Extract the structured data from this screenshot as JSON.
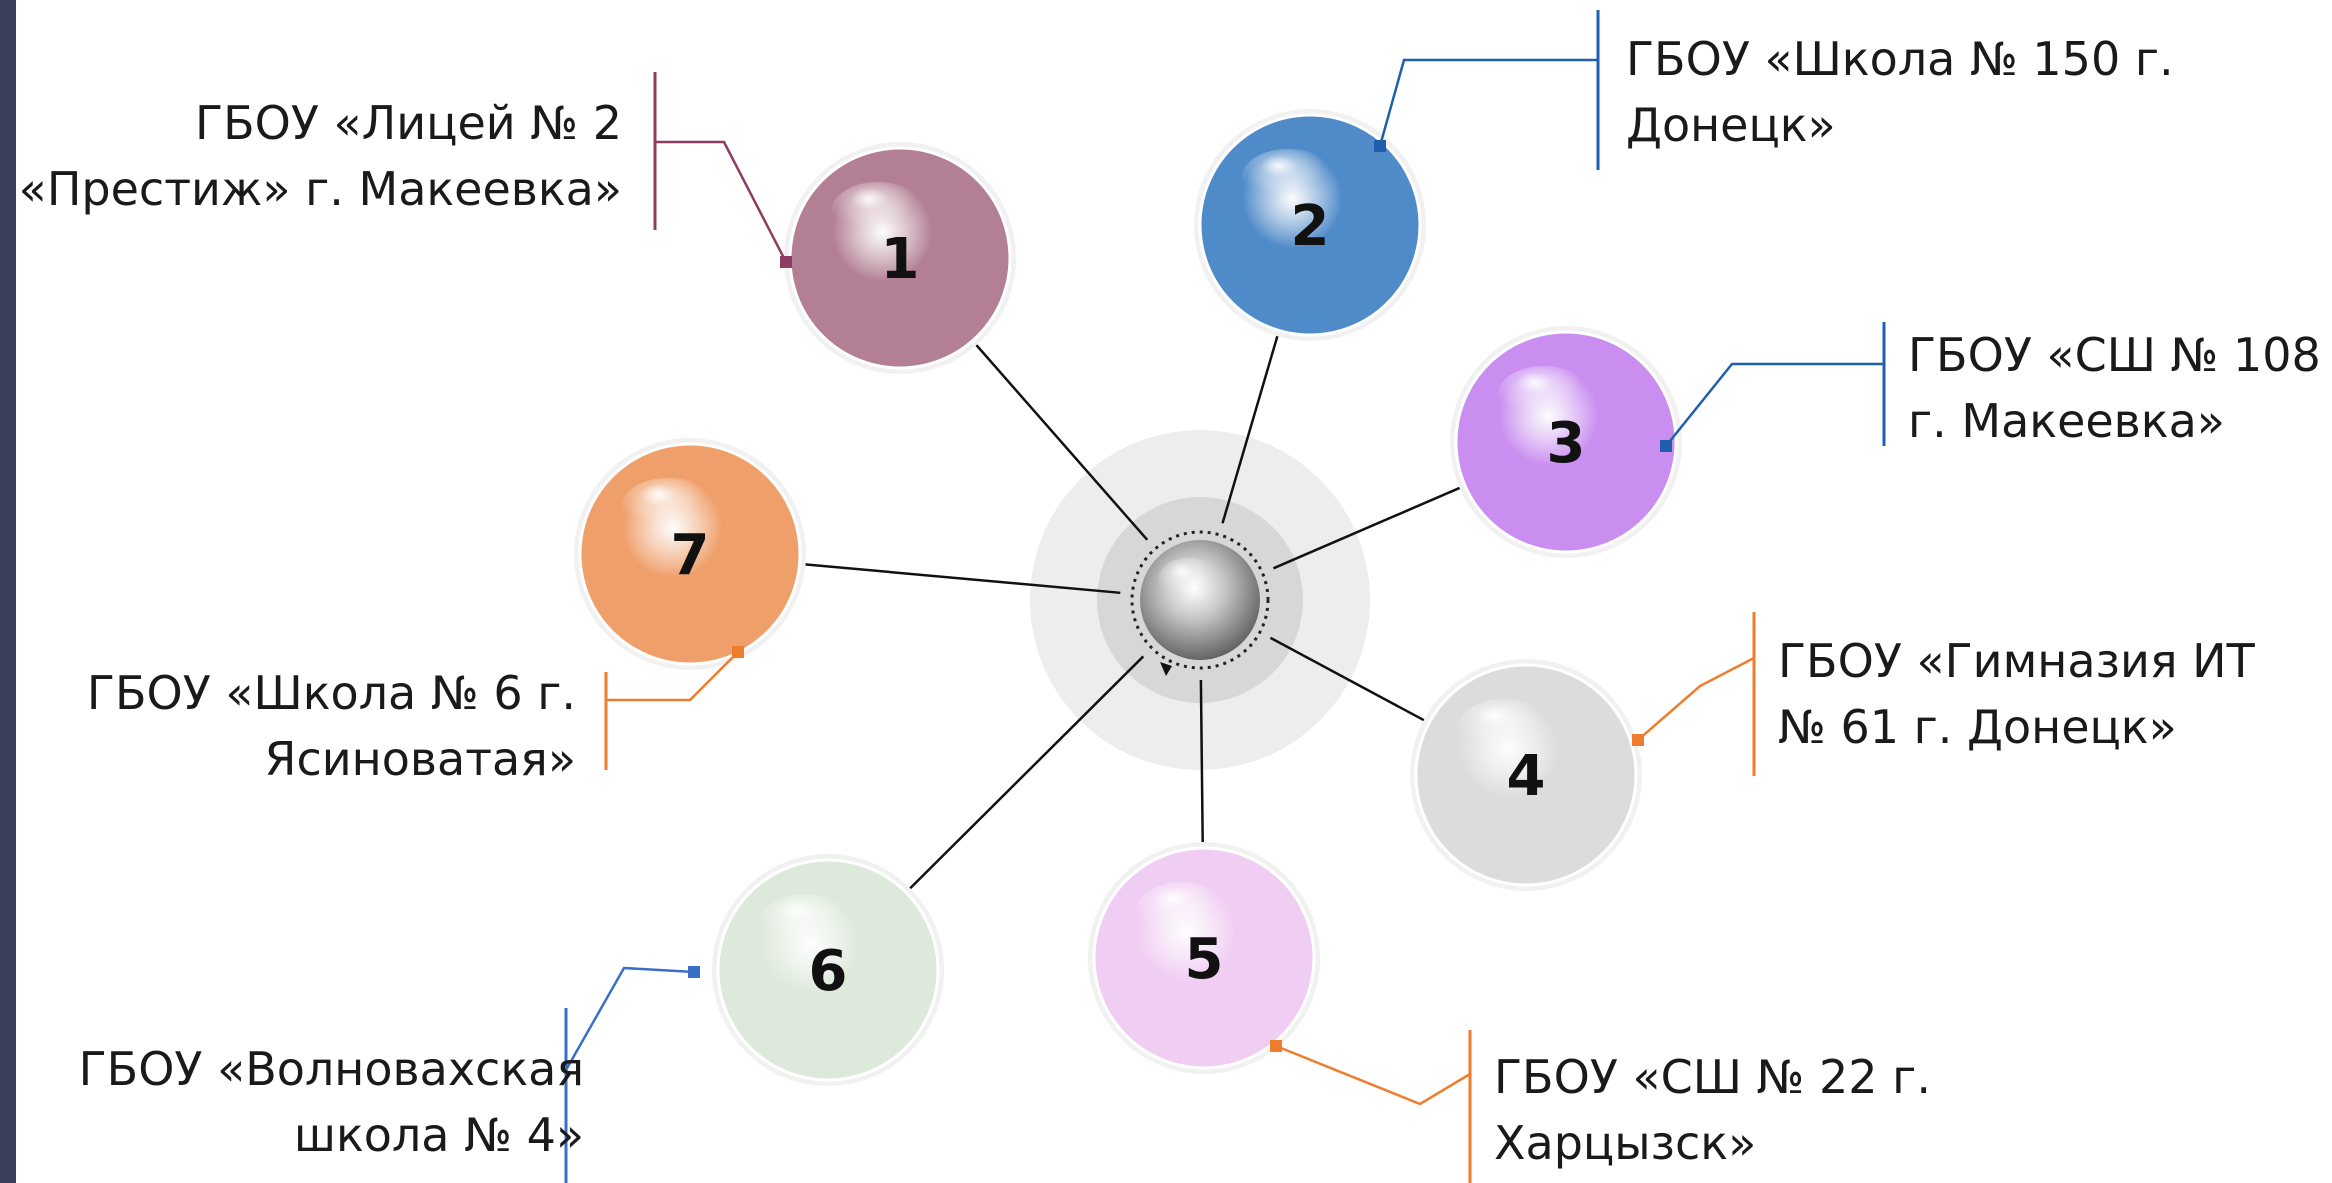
{
  "hub": {
    "icon": "hub-sphere"
  },
  "nodes": [
    {
      "number": "1",
      "color": "#b37f95",
      "label_lines": [
        "ГБОУ «Лицей № 2",
        "«Престиж» г. Макеевка»"
      ],
      "accent": "#8e3c62"
    },
    {
      "number": "2",
      "color": "#4f8ac9",
      "label_lines": [
        "ГБОУ «Школа № 150 г.",
        "Донецк»"
      ],
      "accent": "#1f5fae"
    },
    {
      "number": "3",
      "color": "#c98ef0",
      "label_lines": [
        "ГБОУ «СШ № 108",
        "г. Макеевка»"
      ],
      "accent": "#1f5fae"
    },
    {
      "number": "4",
      "color": "#dcdcdc",
      "label_lines": [
        "ГБОУ «Гимназия ИТ",
        "№ 61 г. Донецк»"
      ],
      "accent": "#ef7d2e"
    },
    {
      "number": "5",
      "color": "#f0cdf3",
      "label_lines": [
        "ГБОУ «СШ № 22 г.",
        "Харцызск»"
      ],
      "accent": "#ef7d2e"
    },
    {
      "number": "6",
      "color": "#dde9da",
      "label_lines": [
        "ГБОУ «Волновахская",
        "школа № 4»"
      ],
      "accent": "#3a6fc8"
    },
    {
      "number": "7",
      "color": "#ef9f6a",
      "label_lines": [
        "ГБОУ «Школа № 6 г.",
        "Ясиноватая»"
      ],
      "accent": "#ef7d2e"
    }
  ]
}
